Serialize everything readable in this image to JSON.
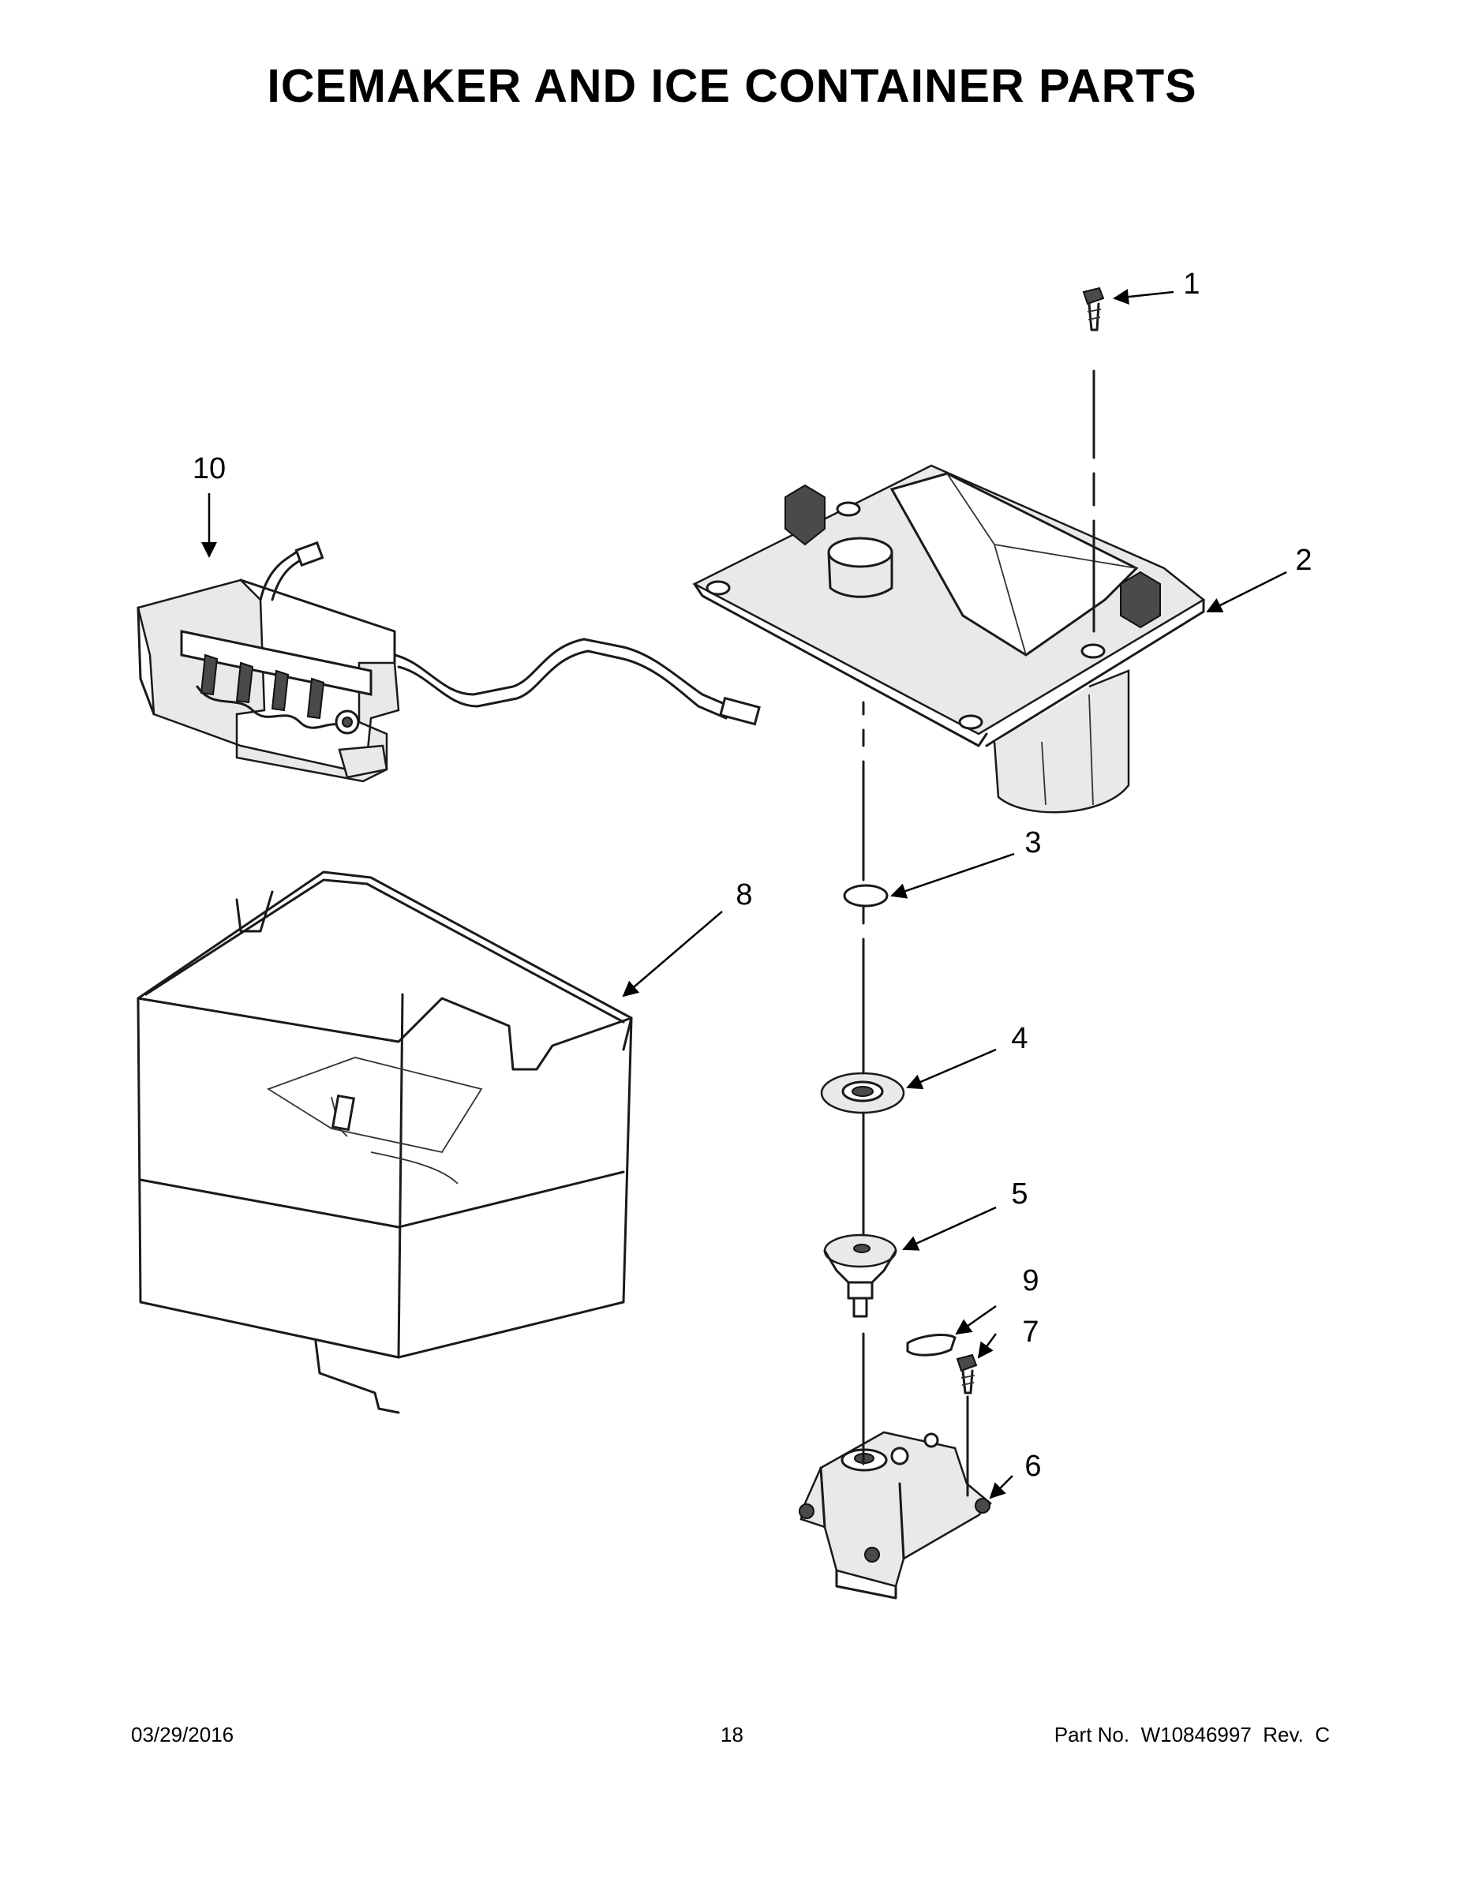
{
  "title": "ICEMAKER AND ICE CONTAINER PARTS",
  "callouts": {
    "c1": "1",
    "c2": "2",
    "c3": "3",
    "c4": "4",
    "c5": "5",
    "c6": "6",
    "c7": "7",
    "c8": "8",
    "c9": "9",
    "c10": "10"
  },
  "footer": {
    "date": "03/29/2016",
    "page": "18",
    "part_no": "Part No.  W10846997  Rev.  C"
  }
}
